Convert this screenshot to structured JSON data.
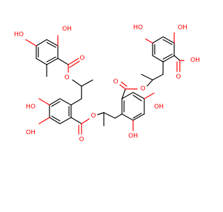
{
  "molecule": {
    "colors": {
      "bond": "#000000",
      "oxygen": "#ff0000",
      "background": "#ffffff"
    },
    "labels": {
      "ring_a_para_hydroxyl": "HO",
      "ring_a_ortho_hydroxyl": "OH",
      "ring_a_carbonyl_oxygen": "O",
      "ring_a_ester_oxygen": "O",
      "ring_b_para_hydroxyl": "HO",
      "ring_b_ortho_hydroxyl": "OH",
      "ring_b_carbonyl_oxygen": "O",
      "ring_b_ester_oxygen": "O",
      "ring_c_para_hydroxyl": "OH",
      "ring_c_ortho_hydroxyl": "OH",
      "ring_c_carbonyl_oxygen": "O",
      "ring_c_ester_oxygen": "O",
      "ring_d_para_hydroxyl": "HO",
      "ring_d_ortho_hydroxyl": "OH",
      "ring_d_acid_carbonyl_oxygen": "O",
      "ring_d_acid_hydroxyl": "OH"
    }
  }
}
